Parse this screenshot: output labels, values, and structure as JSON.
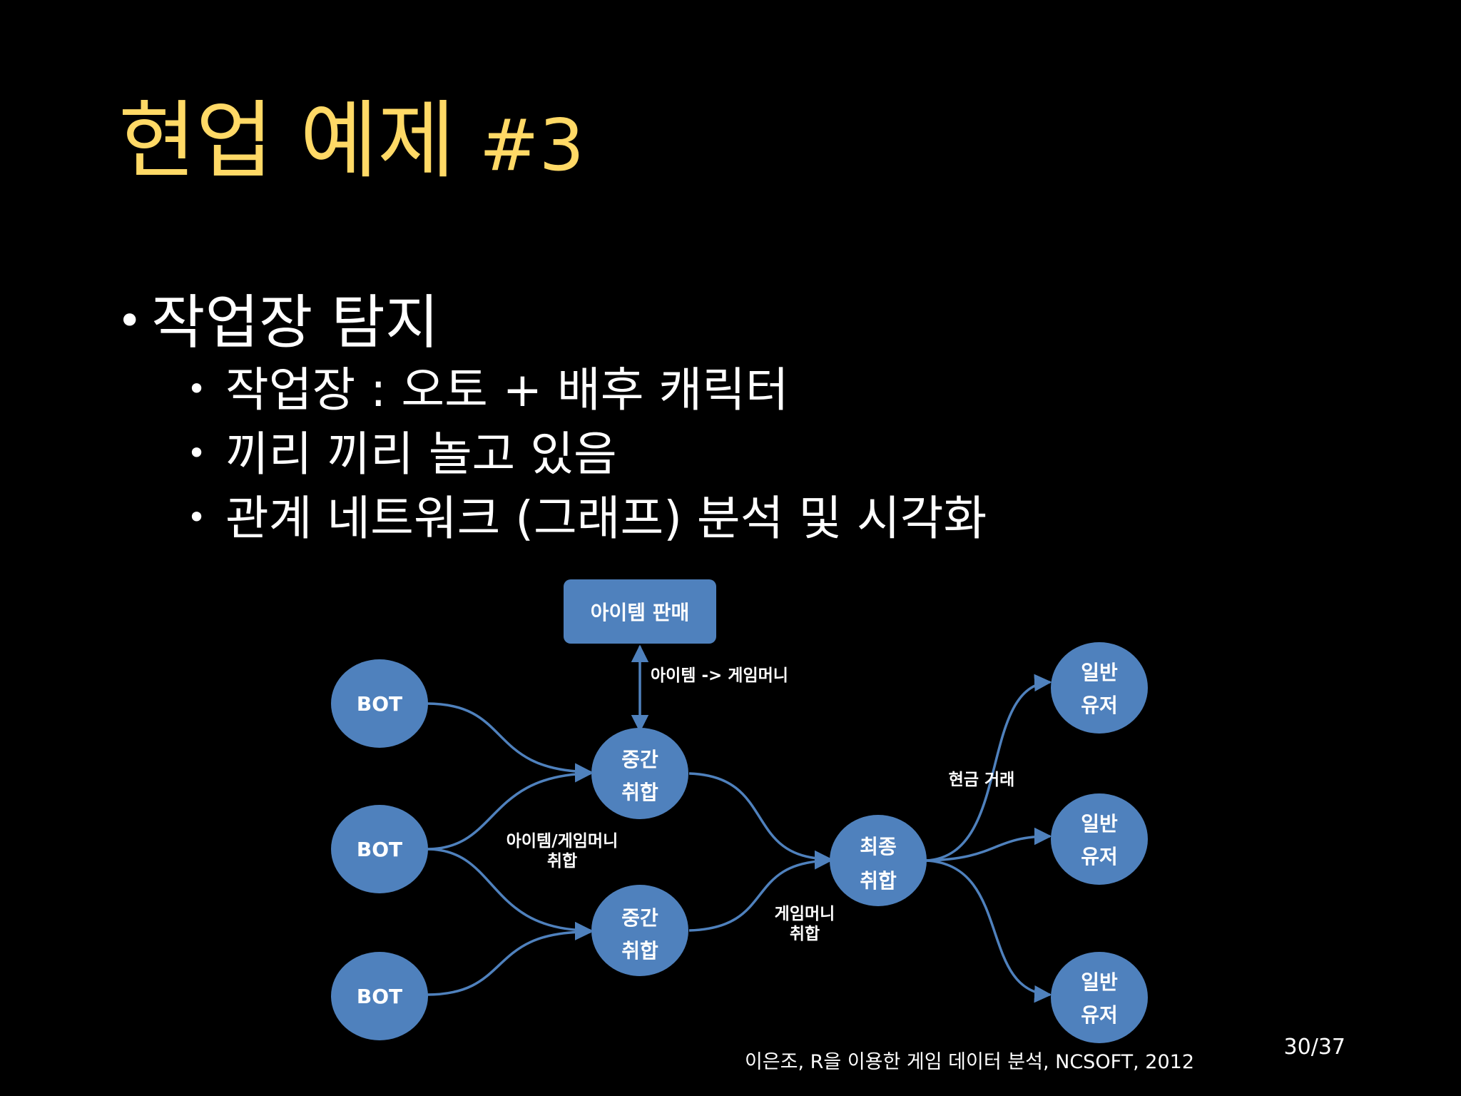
{
  "slide": {
    "title_main": "현업 예제",
    "title_number": "#3",
    "title_color": "#ffd966",
    "bullets": [
      {
        "level": 1,
        "text": "작업장 탐지"
      },
      {
        "level": 2,
        "text": "작업장 : 오토 + 배후 캐릭터"
      },
      {
        "level": 2,
        "text": "끼리 끼리 놀고 있음"
      },
      {
        "level": 2,
        "text": "관계 네트워크 (그래프) 분석 및 시각화"
      }
    ],
    "bullet_glyph": "•",
    "citation": "이은조, R을 이용한 게임 데이터 분석, NCSOFT, 2012",
    "page": "30/37"
  },
  "diagram": {
    "node_color": "#4f81bd",
    "edge_color": "#4f81bd",
    "nodes": {
      "item_sale": "아이템 판매",
      "bot_1": "BOT",
      "bot_2": "BOT",
      "bot_3": "BOT",
      "mid_1": [
        "중간",
        "취합"
      ],
      "mid_2": [
        "중간",
        "취합"
      ],
      "final": [
        "최종",
        "취합"
      ],
      "user_1": [
        "일반",
        "유저"
      ],
      "user_2": [
        "일반",
        "유저"
      ],
      "user_3": [
        "일반",
        "유저"
      ]
    },
    "edge_labels": {
      "item_to_money": "아이템 -> 게임머니",
      "item_money_collect": [
        "아이템/게임머니",
        "취합"
      ],
      "money_collect": [
        "게임머니",
        "취합"
      ],
      "cash_trade": "현금 거래"
    }
  }
}
